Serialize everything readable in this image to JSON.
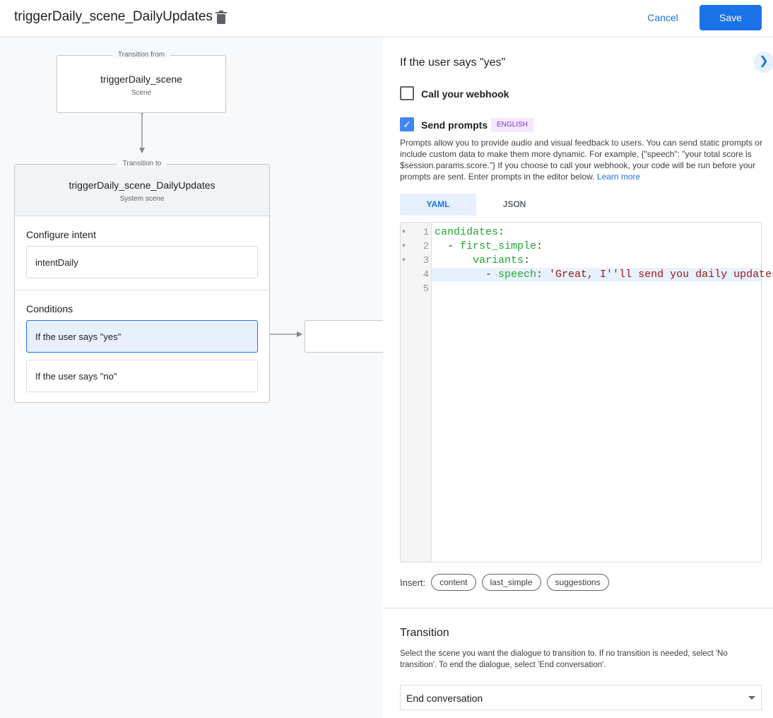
{
  "header": {
    "title": "triggerDaily_scene_DailyUpdates",
    "cancel_label": "Cancel",
    "save_label": "Save"
  },
  "canvas": {
    "from_node": {
      "legend": "Transition from",
      "title": "triggerDaily_scene",
      "subtitle": "Scene"
    },
    "to_node": {
      "legend": "Transition to",
      "title": "triggerDaily_scene_DailyUpdates",
      "subtitle": "System scene",
      "configure_intent_label": "Configure intent",
      "intent": "intentDaily",
      "conditions_label": "Conditions",
      "conditions": [
        "If the user says \"yes\"",
        "If the user says \"no\""
      ]
    }
  },
  "panel": {
    "heading": "If the user says \"yes\"",
    "webhook": {
      "label": "Call your webhook",
      "checked": false
    },
    "prompts": {
      "label": "Send prompts",
      "checked": true,
      "badge": "ENGLISH",
      "description": "Prompts allow you to provide audio and visual feedback to users. You can send static prompts or include custom data to make them more dynamic. For example, {\"speech\": \"your total score is $session.params.score.\"} If you choose to call your webhook, your code will be run before your prompts are sent. Enter prompts in the editor below. ",
      "learn_more": "Learn more"
    },
    "tabs": [
      {
        "label": "YAML",
        "active": true
      },
      {
        "label": "JSON",
        "active": false
      }
    ],
    "editor": {
      "line_numbers": [
        "1",
        "2",
        "3",
        "4",
        "5"
      ],
      "lines": [
        [
          {
            "t": "candidates",
            "c": "k"
          },
          {
            "t": ":",
            "c": "p"
          }
        ],
        [
          {
            "t": "  - ",
            "c": "p"
          },
          {
            "t": "first_simple",
            "c": "k"
          },
          {
            "t": ":",
            "c": "p"
          }
        ],
        [
          {
            "t": "      variants",
            "c": "k"
          },
          {
            "t": ":",
            "c": "p"
          }
        ],
        [
          {
            "t": "        - ",
            "c": "p"
          },
          {
            "t": "speech",
            "c": "k"
          },
          {
            "t": ": ",
            "c": "p"
          },
          {
            "t": "'Great, I''ll send you daily updates.",
            "c": "s"
          }
        ],
        []
      ]
    },
    "insert_label": "Insert:",
    "insert_chips": [
      "content",
      "last_simple",
      "suggestions"
    ],
    "transition": {
      "heading": "Transition",
      "description": "Select the scene you want the dialogue to transition to. If no transition is needed, select 'No transition'. To end the dialogue, select 'End conversation'.",
      "selected": "End conversation"
    }
  },
  "colors": {
    "accent": "#1a73e8",
    "badge_bg": "#f3e8fd",
    "badge_text": "#8430ce",
    "yaml_key": "#22a836",
    "yaml_string": "#a31515"
  }
}
